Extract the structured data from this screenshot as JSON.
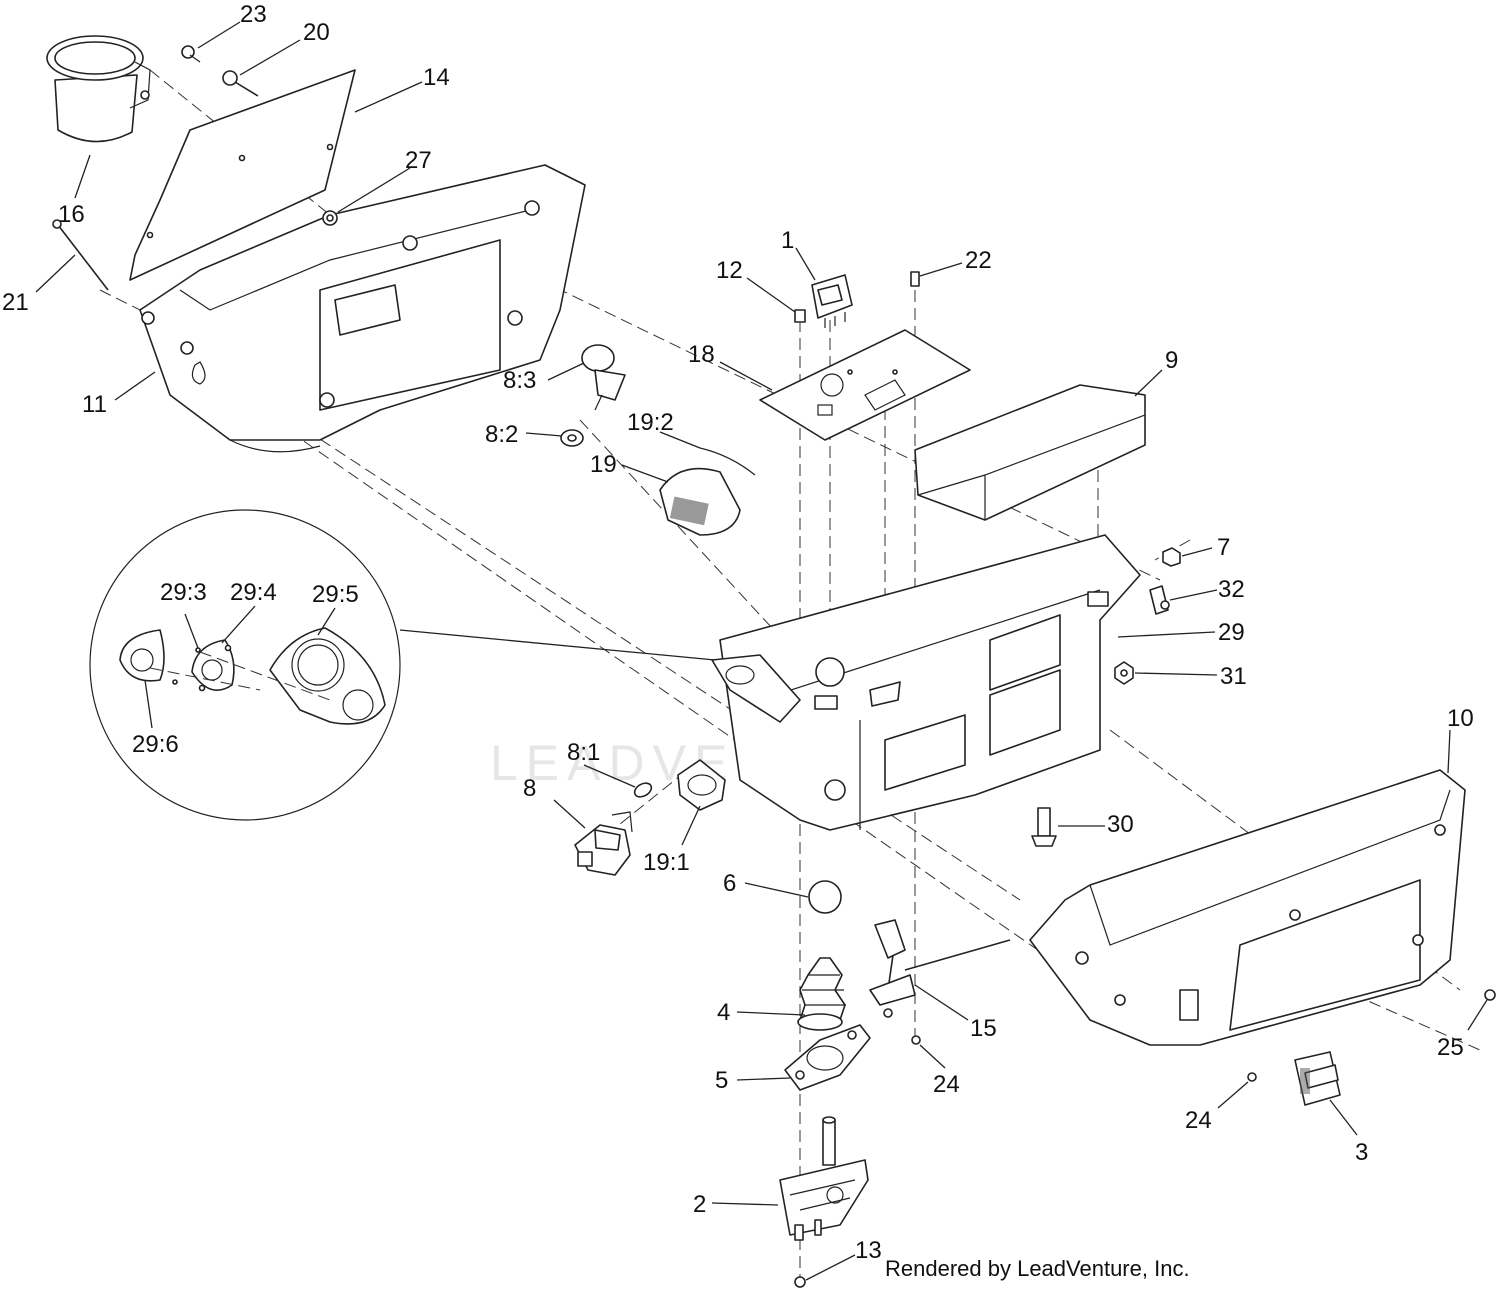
{
  "watermark": "LEADVENTURE",
  "credit": "Rendered by LeadVenture, Inc.",
  "callouts": [
    {
      "id": "c23",
      "text": "23"
    },
    {
      "id": "c20",
      "text": "20"
    },
    {
      "id": "c14",
      "text": "14"
    },
    {
      "id": "c16",
      "text": "16"
    },
    {
      "id": "c27",
      "text": "27"
    },
    {
      "id": "c21",
      "text": "21"
    },
    {
      "id": "c11",
      "text": "11"
    },
    {
      "id": "c1",
      "text": "1"
    },
    {
      "id": "c12",
      "text": "12"
    },
    {
      "id": "c22",
      "text": "22"
    },
    {
      "id": "c18",
      "text": "18"
    },
    {
      "id": "c9",
      "text": "9"
    },
    {
      "id": "c83",
      "text": "8:3"
    },
    {
      "id": "c82",
      "text": "8:2"
    },
    {
      "id": "c192",
      "text": "19:2"
    },
    {
      "id": "c19",
      "text": "19"
    },
    {
      "id": "c7",
      "text": "7"
    },
    {
      "id": "c32",
      "text": "32"
    },
    {
      "id": "c29",
      "text": "29"
    },
    {
      "id": "c31",
      "text": "31"
    },
    {
      "id": "c293",
      "text": "29:3"
    },
    {
      "id": "c294",
      "text": "29:4"
    },
    {
      "id": "c295",
      "text": "29:5"
    },
    {
      "id": "c296",
      "text": "29:6"
    },
    {
      "id": "c10",
      "text": "10"
    },
    {
      "id": "c81",
      "text": "8:1"
    },
    {
      "id": "c8",
      "text": "8"
    },
    {
      "id": "c30",
      "text": "30"
    },
    {
      "id": "c191",
      "text": "19:1"
    },
    {
      "id": "c6",
      "text": "6"
    },
    {
      "id": "c4",
      "text": "4"
    },
    {
      "id": "c15",
      "text": "15"
    },
    {
      "id": "c5",
      "text": "5"
    },
    {
      "id": "c24a",
      "text": "24"
    },
    {
      "id": "c24b",
      "text": "24"
    },
    {
      "id": "c25",
      "text": "25"
    },
    {
      "id": "c3",
      "text": "3"
    },
    {
      "id": "c2",
      "text": "2"
    },
    {
      "id": "c13",
      "text": "13"
    }
  ]
}
